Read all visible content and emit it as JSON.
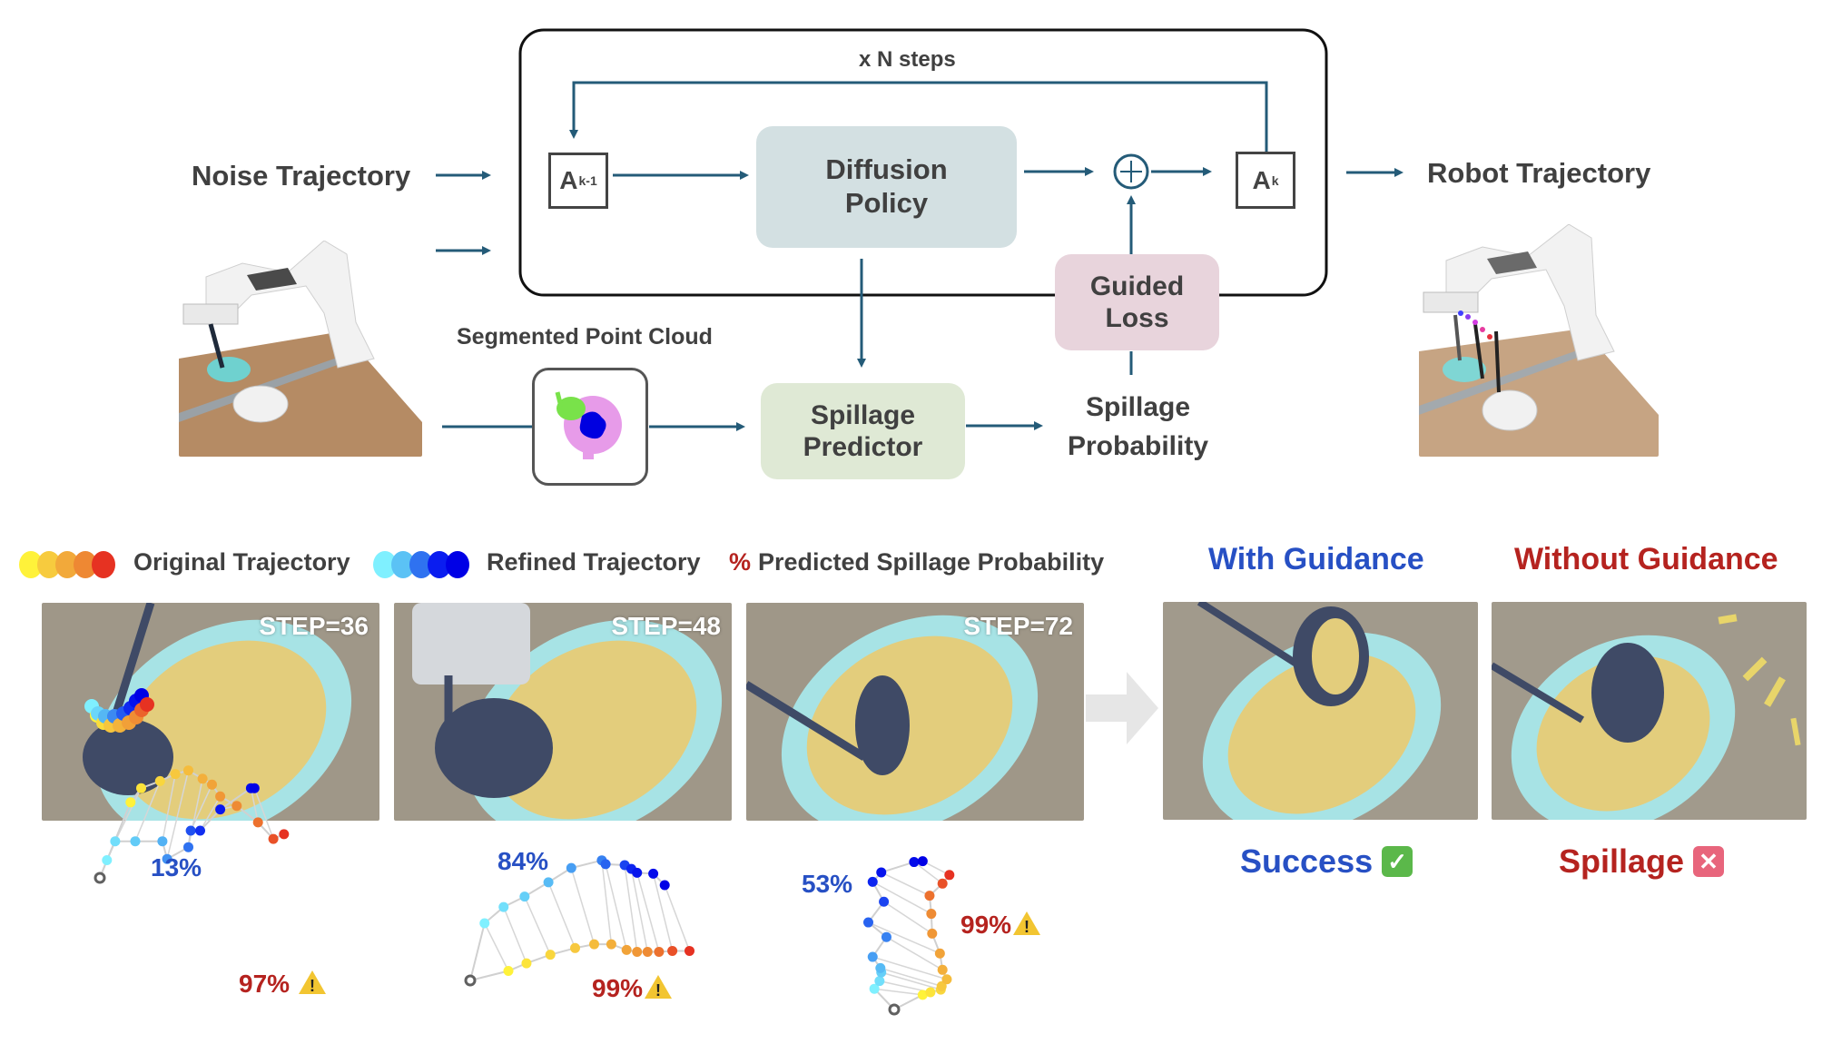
{
  "colors": {
    "arrow": "#245b78",
    "diffusion_box": "#d3e0e2",
    "predictor_box": "#dfe9d5",
    "guided_box": "#e8d4dc",
    "blue_text": "#2750c4",
    "red_text": "#b5231f",
    "warning": "#f2c531",
    "success_badge": "#5bb84a",
    "fail_badge": "#e8657c"
  },
  "diagram": {
    "loop_label": "x N steps",
    "input_label": "Noise Trajectory",
    "output_label": "Robot Trajectory",
    "a_prev": {
      "base": "A",
      "sub": "k-1"
    },
    "a_next": {
      "base": "A",
      "sub": "k"
    },
    "diffusion_policy": [
      "Diffusion",
      "Policy"
    ],
    "guided_loss": [
      "Guided",
      "Loss"
    ],
    "spillage_predictor": [
      "Spillage",
      "Predictor"
    ],
    "spillage_probability": [
      "Spillage",
      "Probability"
    ],
    "point_cloud_label": "Segmented Point Cloud",
    "plus_symbol": "+"
  },
  "legend": {
    "original": "Original Trajectory",
    "refined": "Refined Trajectory",
    "pct_symbol": "%",
    "pct_label": "Predicted Spillage Probability",
    "original_colors": [
      "#fff23a",
      "#f7cb3e",
      "#f2a93a",
      "#ee8833",
      "#e63222"
    ],
    "refined_colors": [
      "#7ff0ff",
      "#5bc2f5",
      "#2f72f0",
      "#0a1df0",
      "#0000e6"
    ]
  },
  "columns": {
    "with_guidance": "With Guidance",
    "without_guidance": "Without Guidance",
    "success": "Success",
    "spillage": "Spillage",
    "success_icon": "✓",
    "spillage_icon": "✕"
  },
  "steps": [
    {
      "label": "STEP=36",
      "refined_pct": "13%",
      "original_pct": "97%"
    },
    {
      "label": "STEP=48",
      "refined_pct": "84%",
      "original_pct": "99%"
    },
    {
      "label": "STEP=72",
      "refined_pct": "53%",
      "original_pct": "99%"
    }
  ],
  "warning_icon": "!",
  "trajectories": [
    {
      "start": [
        0,
        0
      ],
      "refined": [
        [
          6,
          -15
        ],
        [
          13,
          -31
        ],
        [
          30,
          -31
        ],
        [
          53,
          -31
        ],
        [
          57,
          -16
        ],
        [
          75,
          -26
        ],
        [
          77,
          -40
        ],
        [
          85,
          -40
        ],
        [
          102,
          -58
        ],
        [
          128,
          -76
        ],
        [
          131,
          -76
        ]
      ],
      "original": [
        [
          26,
          -64
        ],
        [
          35,
          -76
        ],
        [
          51,
          -82
        ],
        [
          64,
          -88
        ],
        [
          75,
          -91
        ],
        [
          87,
          -84
        ],
        [
          95,
          -79
        ],
        [
          102,
          -69
        ],
        [
          116,
          -61
        ],
        [
          134,
          -47
        ],
        [
          147,
          -33
        ],
        [
          156,
          -37
        ]
      ]
    },
    {
      "start": [
        0,
        0
      ],
      "refined": [
        [
          15,
          -60
        ],
        [
          35,
          -77
        ],
        [
          57,
          -88
        ],
        [
          82,
          -103
        ],
        [
          106,
          -118
        ],
        [
          138,
          -126
        ],
        [
          142,
          -122
        ],
        [
          162,
          -121
        ],
        [
          169,
          -117
        ],
        [
          175,
          -113
        ],
        [
          192,
          -112
        ],
        [
          204,
          -100
        ]
      ],
      "original": [
        [
          40,
          -10
        ],
        [
          59,
          -18
        ],
        [
          84,
          -27
        ],
        [
          110,
          -34
        ],
        [
          130,
          -38
        ],
        [
          148,
          -38
        ],
        [
          164,
          -32
        ],
        [
          175,
          -30
        ],
        [
          186,
          -30
        ],
        [
          198,
          -30
        ],
        [
          212,
          -31
        ],
        [
          230,
          -31
        ]
      ]
    },
    {
      "start": [
        0,
        0
      ],
      "refined": [
        [
          -23,
          -24
        ],
        [
          -17,
          -33
        ],
        [
          -15,
          -43
        ],
        [
          -16,
          -48
        ],
        [
          -25,
          -61
        ],
        [
          -9,
          -84
        ],
        [
          -30,
          -101
        ],
        [
          -12,
          -125
        ],
        [
          -25,
          -148
        ],
        [
          -15,
          -159
        ],
        [
          23,
          -171
        ],
        [
          33,
          -172
        ]
      ],
      "original": [
        [
          33,
          -17
        ],
        [
          42,
          -20
        ],
        [
          54,
          -23
        ],
        [
          55,
          -27
        ],
        [
          61,
          -35
        ],
        [
          56,
          -46
        ],
        [
          53,
          -65
        ],
        [
          44,
          -88
        ],
        [
          43,
          -111
        ],
        [
          41,
          -132
        ],
        [
          56,
          -146
        ],
        [
          64,
          -156
        ]
      ]
    }
  ]
}
